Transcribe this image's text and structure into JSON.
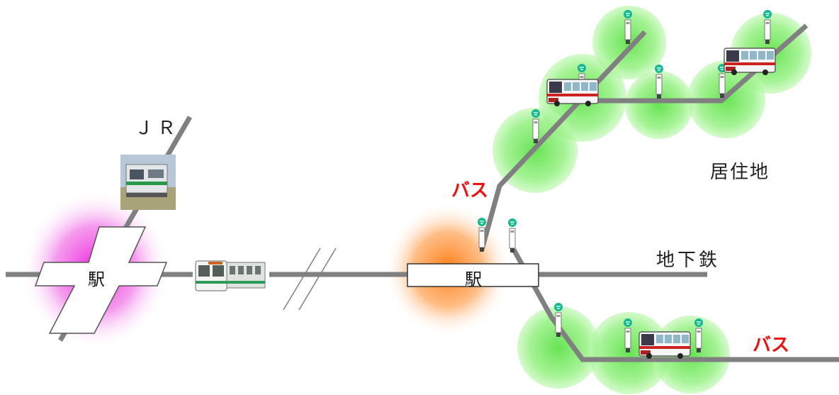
{
  "labels": {
    "jr": "ＪＲ",
    "station_left": "駅",
    "station_right": "駅",
    "subway": "地下鉄",
    "residential": "居住地",
    "bus_upper": "バス",
    "bus_lower": "バス"
  },
  "colors": {
    "line": "#808080",
    "catchment": "#8ef07a",
    "station_glow_left": "#ee22dd",
    "station_glow_right": "#ff8a20",
    "bus_stop_sign": "#18b890",
    "bus_label": "#ee1111"
  },
  "icons": {
    "jr_train": "jr-train-photo-icon",
    "subway_train": "subway-train-icon",
    "bus": "bus-icon",
    "bus_stop": "bus-stop-icon"
  }
}
